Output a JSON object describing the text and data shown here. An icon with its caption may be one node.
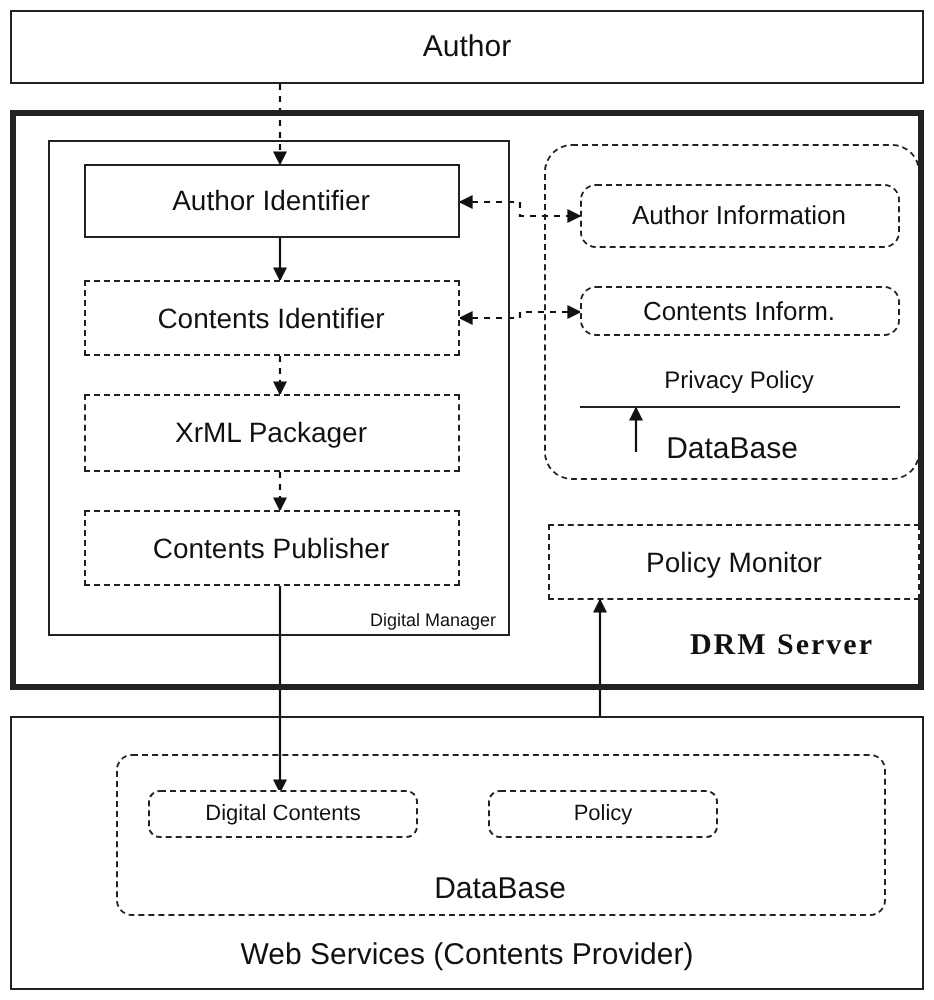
{
  "diagram": {
    "nodes": [
      {
        "text": [
          "Author"
        ]
      },
      {
        "text": [
          "DRM Server"
        ]
      },
      {
        "text": [
          "Digital Manager"
        ],
        "in": 1
      },
      {
        "text": [
          "Author Identifier"
        ],
        "in": 2
      },
      {
        "text": [
          "Contents Identifier"
        ],
        "in": 2
      },
      {
        "text": [
          "XrML Packager"
        ],
        "in": 2
      },
      {
        "text": [
          "Contents Publisher"
        ],
        "in": 2
      },
      {
        "text": [
          "DataBase"
        ],
        "in": 1
      },
      {
        "text": [
          "Author Information"
        ],
        "in": 7
      },
      {
        "text": [
          "Contents Inform."
        ],
        "in": 7
      },
      {
        "text": [
          "Privacy Policy"
        ],
        "in": 7
      },
      {
        "text": [
          "Policy Monitor"
        ],
        "in": 1
      },
      {
        "text": [
          "Web Services (Contents Provider)"
        ]
      },
      {
        "text": [
          "DataBase"
        ],
        "in": 12
      },
      {
        "text": [
          "Digital Contents"
        ],
        "in": 13
      },
      {
        "text": [
          "Policy"
        ],
        "in": 13
      }
    ],
    "edges": [
      {
        "from": 0,
        "to": 3,
        "arrow": "to",
        "style": "dashed"
      },
      {
        "from": 3,
        "to": 4,
        "arrow": "to"
      },
      {
        "from": 4,
        "to": 5,
        "arrow": "to",
        "style": "dashed"
      },
      {
        "from": 5,
        "to": 6,
        "arrow": "to",
        "style": "dashed"
      },
      {
        "from": 3,
        "to": 8,
        "arrow": "both",
        "style": "dashed"
      },
      {
        "from": 4,
        "to": 9,
        "arrow": "both",
        "style": "dashed"
      },
      {
        "from": null,
        "to": 10,
        "arrow": "to"
      },
      {
        "from": 6,
        "to": 14,
        "arrow": "to"
      },
      {
        "from": 12,
        "to": 11,
        "arrow": "to"
      }
    ]
  }
}
